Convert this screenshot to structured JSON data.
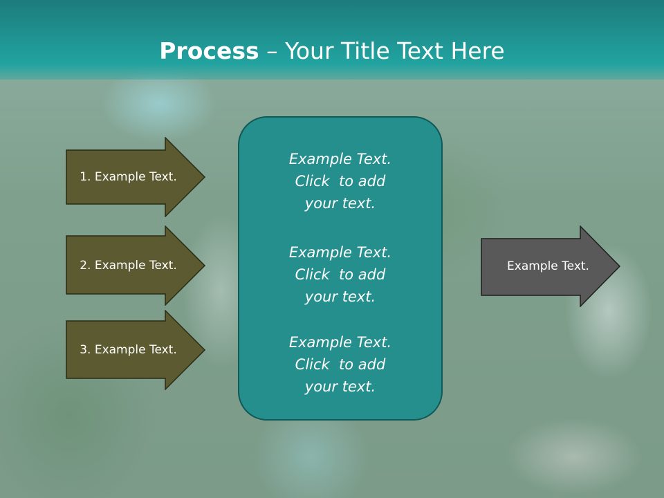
{
  "slide": {
    "title_bold": "Process",
    "title_rest": " – Your Title Text Here"
  },
  "left_arrows": [
    {
      "label": "1. Example Text."
    },
    {
      "label": "2. Example Text."
    },
    {
      "label": "3. Example Text."
    }
  ],
  "center_box": {
    "blocks": [
      {
        "lines": [
          "Example Text.",
          "Click  to add",
          "your text."
        ]
      },
      {
        "lines": [
          "Example Text.",
          "Click  to add",
          "your text."
        ]
      },
      {
        "lines": [
          "Example Text.",
          "Click  to add",
          "your text."
        ]
      }
    ]
  },
  "right_arrow": {
    "label": "Example Text."
  },
  "colors": {
    "title_bar": "#21a3a0",
    "left_arrow_fill": "#5c5a30",
    "center_box_fill": "#258f8d",
    "right_arrow_fill": "#595959"
  }
}
